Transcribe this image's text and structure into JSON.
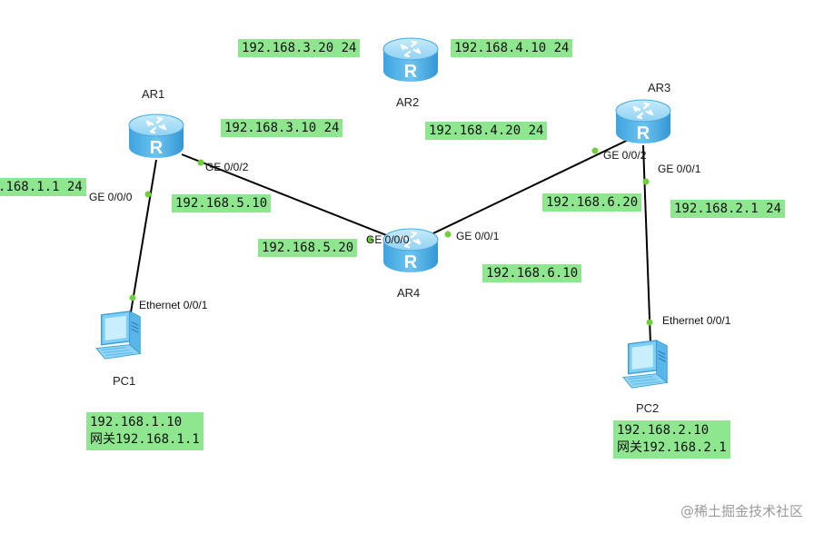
{
  "routers": {
    "ar1": {
      "label": "AR1"
    },
    "ar2": {
      "label": "AR2"
    },
    "ar3": {
      "label": "AR3"
    },
    "ar4": {
      "label": "AR4"
    }
  },
  "pcs": {
    "pc1": {
      "label": "PC1"
    },
    "pc2": {
      "label": "PC2"
    }
  },
  "ports": {
    "ar1_ge000": "GE 0/0/0",
    "ar1_ge002": "GE 0/0/2",
    "ar4_ge000": "GE 0/0/0",
    "ar4_ge001": "GE 0/0/1",
    "ar3_ge002": "GE 0/0/2",
    "ar3_ge001": "GE 0/0/1",
    "pc1_eth": "Ethernet 0/0/1",
    "pc2_eth": "Ethernet 0/0/1"
  },
  "ip_labels": {
    "ar2_left": "192.168.3.20 24",
    "ar2_right": "192.168.4.10 24",
    "ar1_to_ar2": "192.168.3.10 24",
    "ar3_to_ar2": "192.168.4.20 24",
    "ar1_lan": ".168.1.1 24",
    "ar1_ge002": "192.168.5.10",
    "ar4_ge000": "192.168.5.20",
    "ar3_ge002": "192.168.6.20",
    "ar3_lan": "192.168.2.1 24",
    "ar4_ge001": "192.168.6.10",
    "pc1_ip": "192.168.1.10",
    "pc1_gw": "网关192.168.1.1",
    "pc2_ip": "192.168.2.10",
    "pc2_gw": "网关192.168.2.1"
  },
  "watermark": "@稀土掘金技术社区",
  "colors": {
    "label_bg": "#8ee68e",
    "link": "#000000",
    "port_dot": "#6fcf3a",
    "router_body": "#5bb8ea",
    "router_top": "#a9dcf7"
  }
}
